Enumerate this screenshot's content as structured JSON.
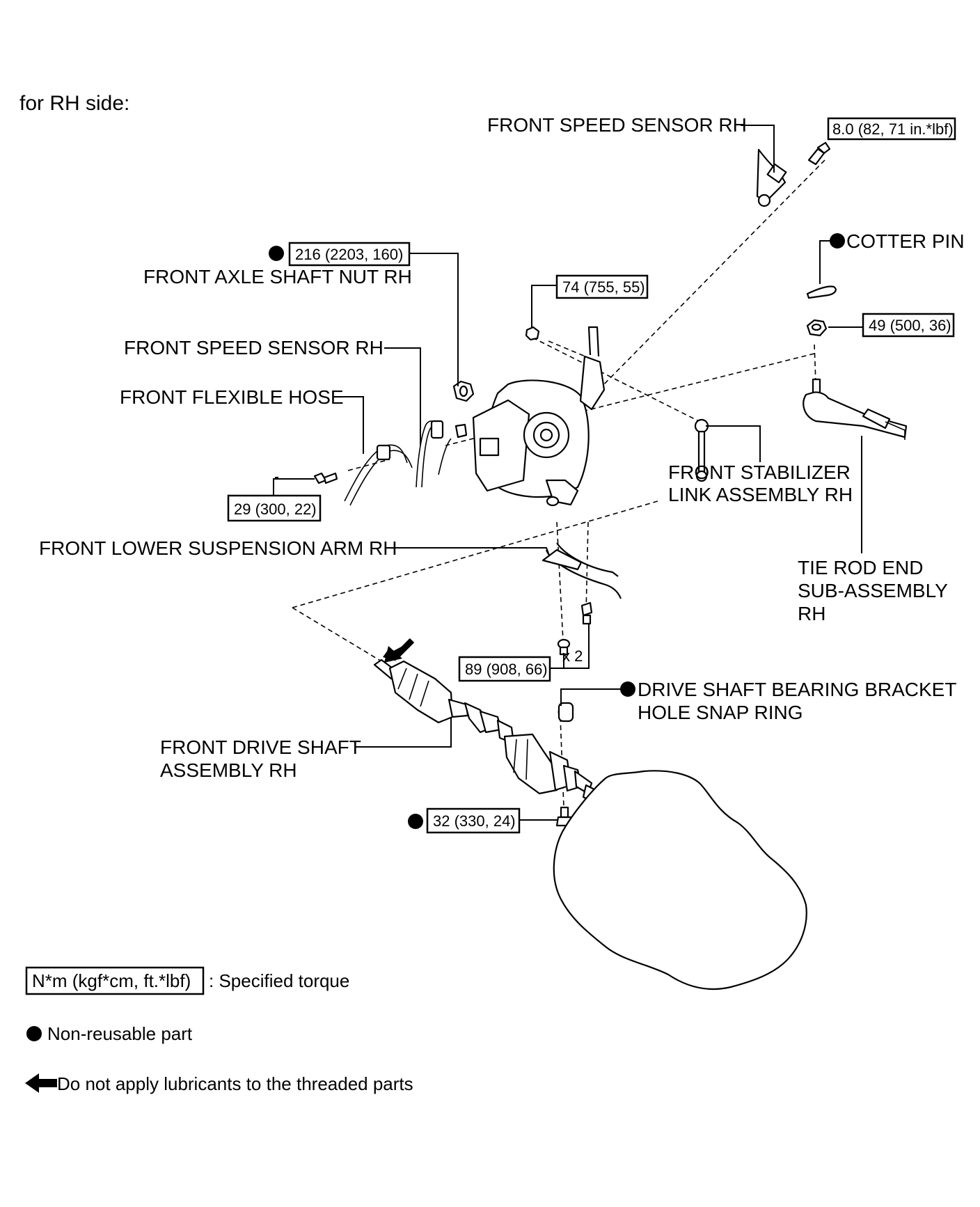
{
  "side_title": "for RH side:",
  "labels": {
    "front_speed_sensor_top": "FRONT SPEED SENSOR RH",
    "cotter_pin": "COTTER PIN",
    "front_axle_shaft_nut": "FRONT AXLE SHAFT NUT RH",
    "front_speed_sensor_left": "FRONT SPEED SENSOR RH",
    "front_flexible_hose": "FRONT FLEXIBLE HOSE",
    "stabilizer_link_line1": "FRONT STABILIZER",
    "stabilizer_link_line2": "LINK ASSEMBLY RH",
    "lower_arm": "FRONT LOWER SUSPENSION ARM RH",
    "tie_rod_line1": "TIE ROD END",
    "tie_rod_line2": "SUB-ASSEMBLY",
    "tie_rod_line3": "RH",
    "snap_ring_line1": "DRIVE SHAFT BEARING BRACKET",
    "snap_ring_line2": "HOLE SNAP RING",
    "drive_shaft_line1": "FRONT DRIVE SHAFT",
    "drive_shaft_line2": "ASSEMBLY RH",
    "times_two": "x 2"
  },
  "torques": {
    "speed_sensor_bolt": "8.0 (82, 71 in.*lbf)",
    "axle_nut": "216 (2203, 160)",
    "knuckle_nut": "74 (755, 55)",
    "tie_rod_nut": "49 (500, 36)",
    "hose_bolt": "29 (300, 22)",
    "lower_arm_bolt": "89 (908, 66)",
    "bearing_bracket_bolt": "32 (330, 24)"
  },
  "legend": {
    "torque_unit": "N*m (kgf*cm, ft.*lbf)",
    "torque_desc": ": Specified torque",
    "non_reusable": "Non-reusable part",
    "no_lubricant": "Do not apply lubricants to the threaded parts"
  }
}
